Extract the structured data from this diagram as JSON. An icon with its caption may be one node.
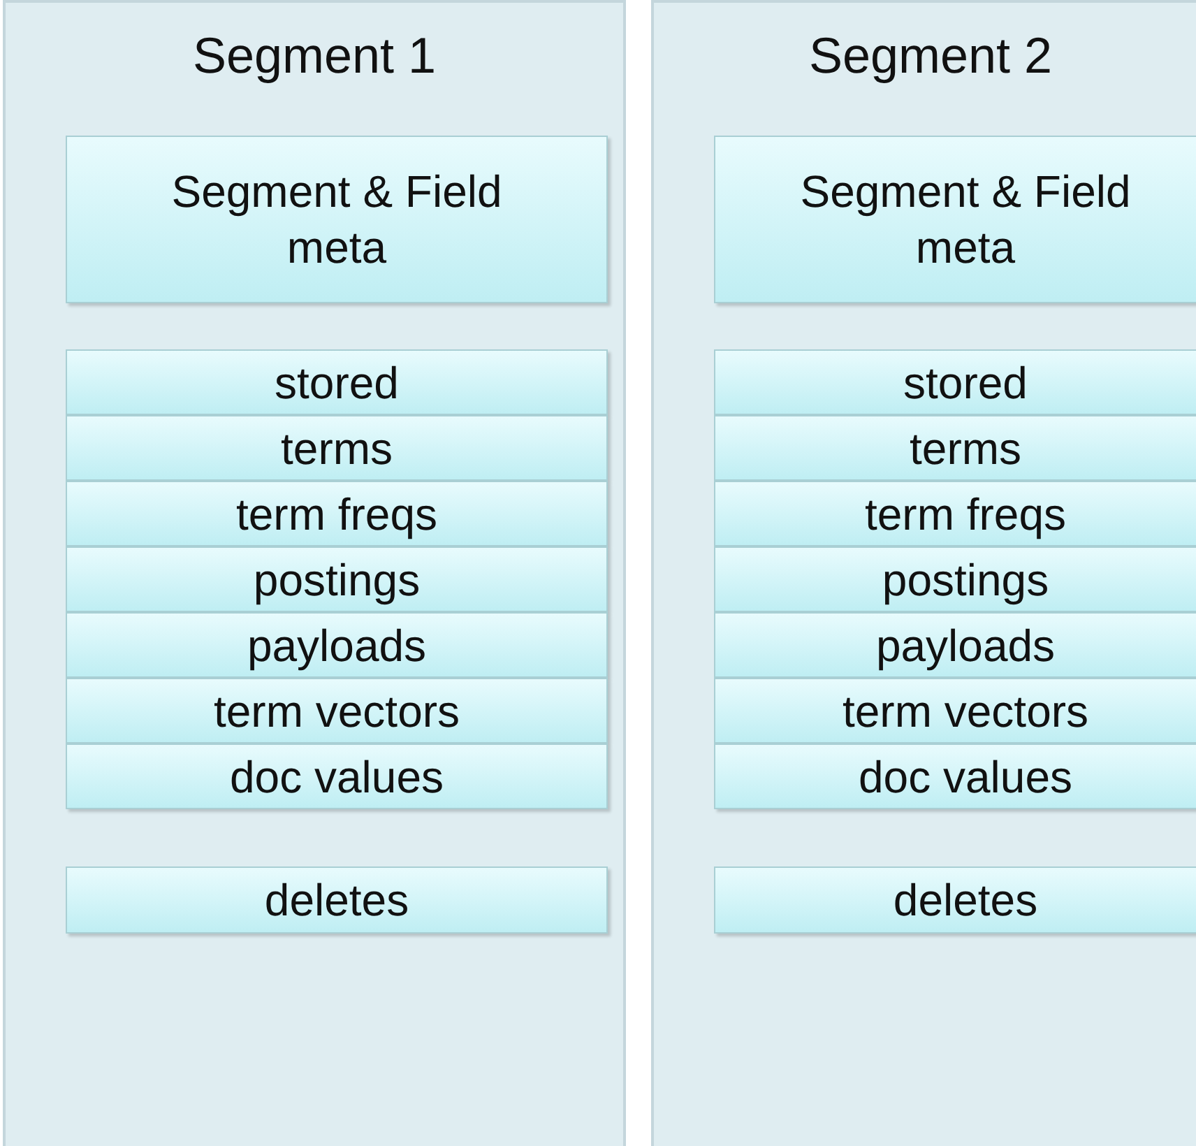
{
  "diagram": {
    "nodes": [
      {
        "text": [
          "Segment 1"
        ]
      },
      {
        "text": [
          "Segment & Field meta"
        ],
        "in": 0
      },
      {
        "text": [
          "stored"
        ],
        "in": 0
      },
      {
        "text": [
          "terms"
        ],
        "in": 0
      },
      {
        "text": [
          "term freqs"
        ],
        "in": 0
      },
      {
        "text": [
          "postings"
        ],
        "in": 0
      },
      {
        "text": [
          "payloads"
        ],
        "in": 0
      },
      {
        "text": [
          "term vectors"
        ],
        "in": 0
      },
      {
        "text": [
          "doc values"
        ],
        "in": 0
      },
      {
        "text": [
          "deletes"
        ],
        "in": 0
      },
      {
        "text": [
          "Segment 2"
        ]
      },
      {
        "text": [
          "Segment & Field meta"
        ],
        "in": 10
      },
      {
        "text": [
          "stored"
        ],
        "in": 10
      },
      {
        "text": [
          "terms"
        ],
        "in": 10
      },
      {
        "text": [
          "term freqs"
        ],
        "in": 10
      },
      {
        "text": [
          "postings"
        ],
        "in": 10
      },
      {
        "text": [
          "payloads"
        ],
        "in": 10
      },
      {
        "text": [
          "term vectors"
        ],
        "in": 10
      },
      {
        "text": [
          "doc values"
        ],
        "in": 10
      },
      {
        "text": [
          "deletes"
        ],
        "in": 10
      }
    ],
    "edges": []
  }
}
